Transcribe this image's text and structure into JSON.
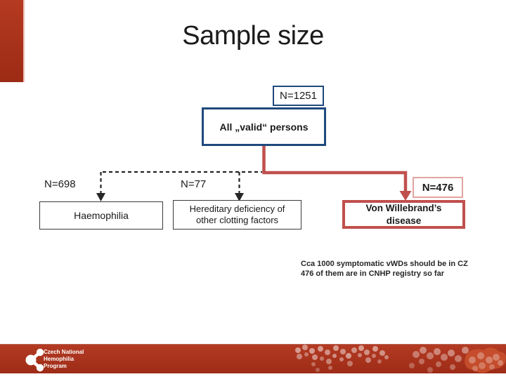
{
  "slide": {
    "title": "Sample size",
    "diagram": {
      "root": {
        "count": "N=1251",
        "label": "All „valid“ persons"
      },
      "branches": [
        {
          "count": "N=698",
          "label": "Haemophilia",
          "connector": "dashed-black"
        },
        {
          "count": "N=77",
          "label": "Hereditary deficiency of other clotting factors",
          "connector": "dashed-black"
        },
        {
          "count": "N=476",
          "label": "Von Willebrand’s disease",
          "connector": "solid-red"
        }
      ]
    },
    "note": {
      "line1": "Cca 1000 symptomatic vWDs should be in CZ",
      "line2": "476 of them are in CNHP registry so far"
    },
    "footer": {
      "logo": {
        "line1": "Czech National",
        "line2": "Hemophilia",
        "line3": "Program"
      }
    },
    "colors": {
      "accent_red": "#c0504d",
      "accent_red_light": "#e2a49f",
      "navy_border": "#1f497d",
      "brand_red": "#b33a23",
      "brand_red_dark": "#9c2b15"
    }
  }
}
